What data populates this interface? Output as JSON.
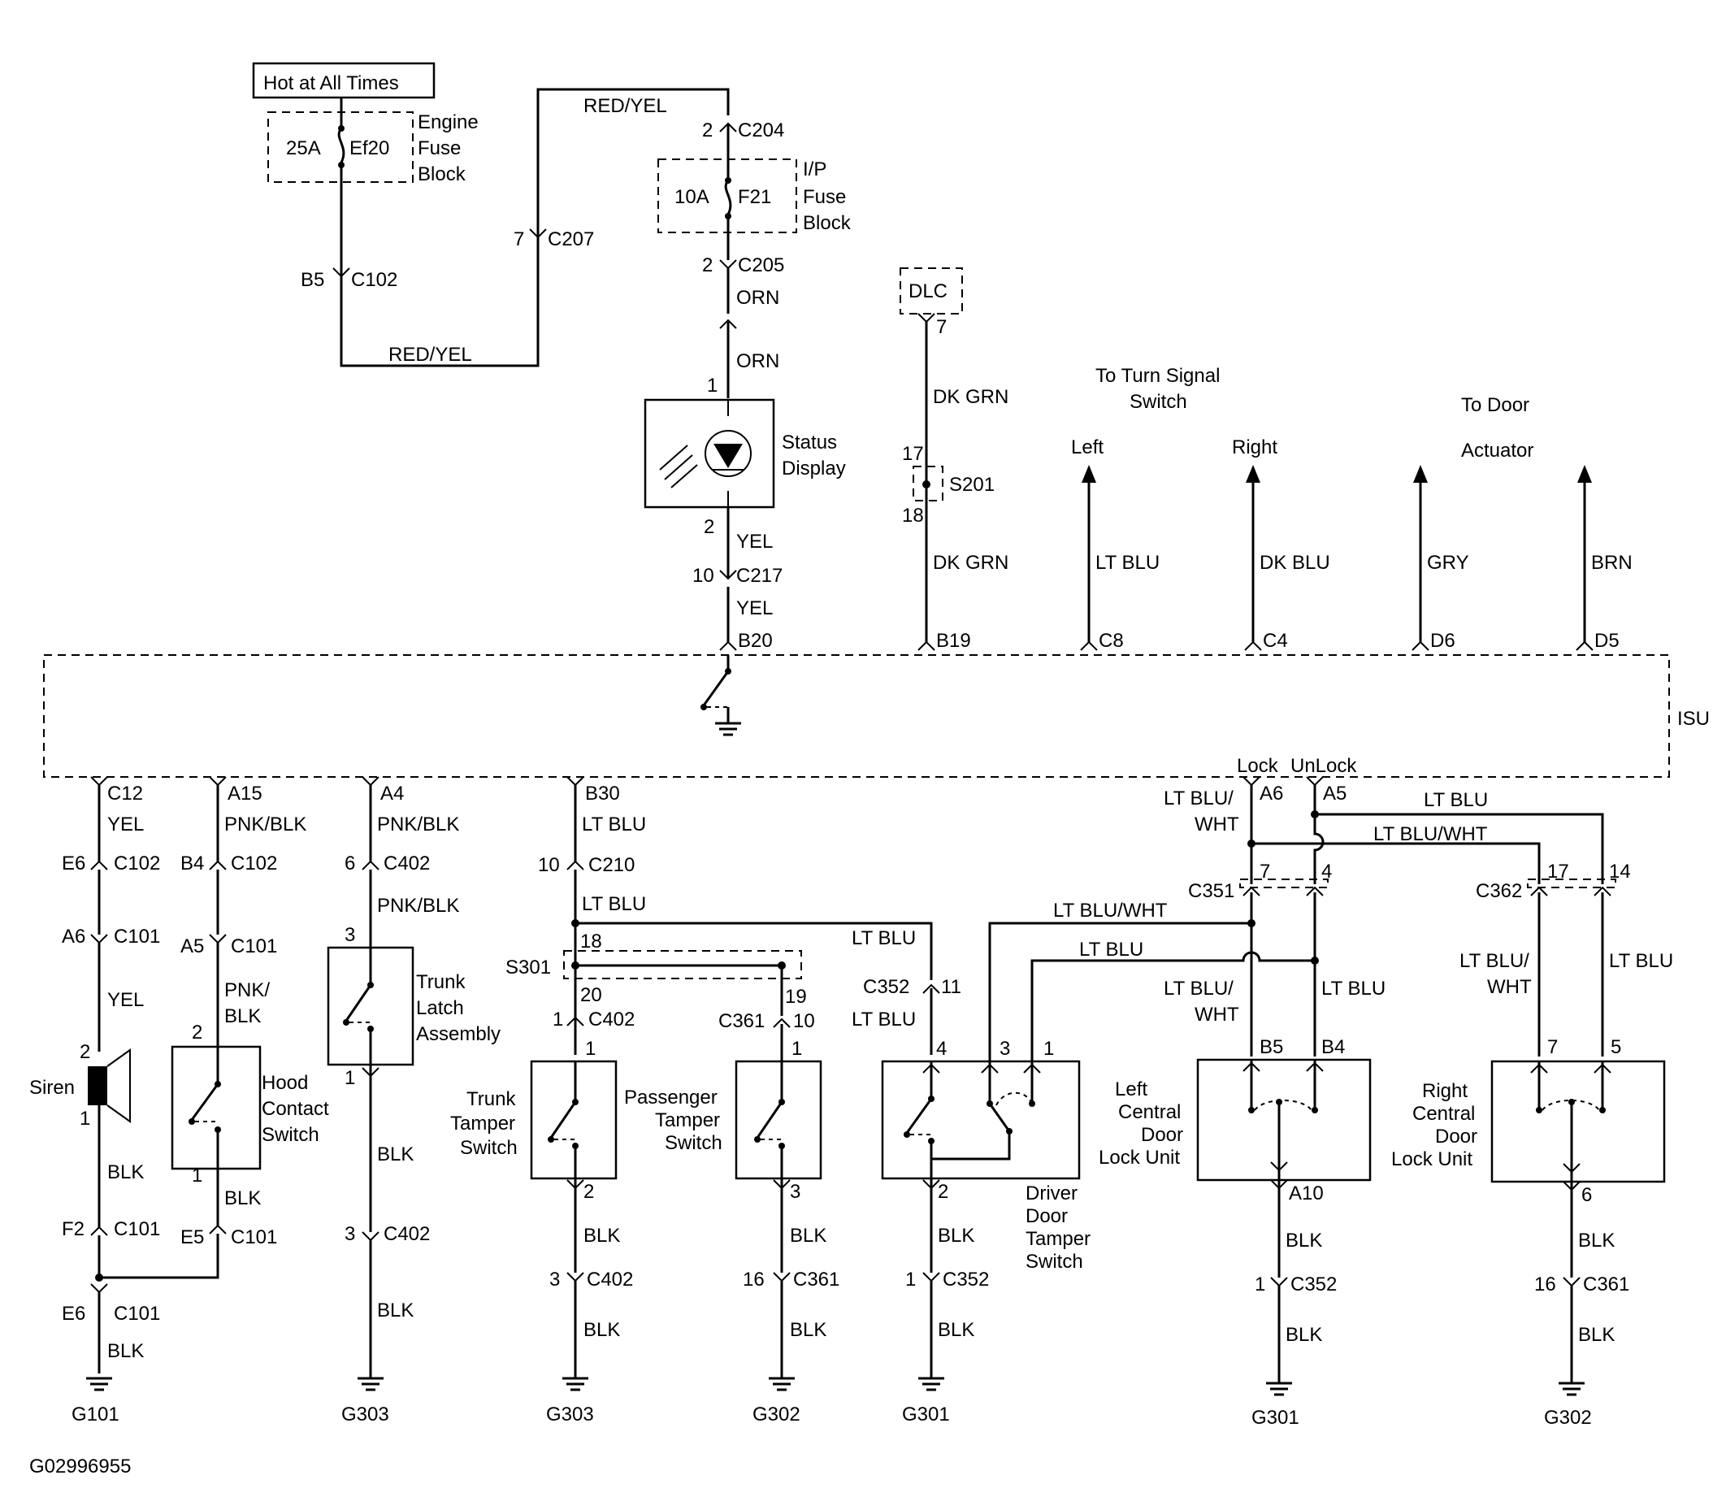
{
  "figure_id": "G02996955",
  "module": "ISU",
  "wires": {
    "red_yel": "RED/YEL",
    "orn": "ORN",
    "yel": "YEL",
    "dk_grn": "DK GRN",
    "lt_blu": "LT BLU",
    "dk_blu": "DK BLU",
    "gry": "GRY",
    "brn": "BRN",
    "pnk_blk": "PNK/BLK",
    "pnk": "PNK/",
    "blk_cont": "BLK",
    "blk": "BLK",
    "lt_blu_wht": "LT BLU/WHT",
    "lt_blu_slash": "LT BLU/",
    "wht": "WHT"
  },
  "power": {
    "hot_label": "Hot at All Times",
    "engine_fuse_amp": "25A",
    "engine_fuse_id": "Ef20",
    "engine_fuse_block": [
      "Engine",
      "Fuse",
      "Block"
    ],
    "ip_fuse_amp": "10A",
    "ip_fuse_id": "F21",
    "ip_fuse_block": [
      "I/P",
      "Fuse",
      "Block"
    ]
  },
  "components": {
    "status_display": [
      "Status",
      "Display"
    ],
    "dlc": "DLC",
    "splice_s201": "S201",
    "splice_s301": "S301",
    "turn_signal": [
      "To Turn Signal",
      "Switch"
    ],
    "left": "Left",
    "right": "Right",
    "door_actuator": [
      "To Door",
      "Actuator"
    ],
    "lock": "Lock",
    "unlock": "UnLock",
    "siren": "Siren",
    "hood": [
      "Hood",
      "Contact",
      "Switch"
    ],
    "trunk_latch": [
      "Trunk",
      "Latch",
      "Assembly"
    ],
    "trunk_tamper": [
      "Trunk",
      "Tamper",
      "Switch"
    ],
    "pass_tamper": [
      "Passenger",
      "Tamper",
      "Switch"
    ],
    "driver_tamper": [
      "Driver",
      "Door",
      "Tamper",
      "Switch"
    ],
    "left_lock": [
      "Left",
      "Central",
      "Door",
      "Lock Unit"
    ],
    "right_lock": [
      "Right",
      "Central",
      "Door",
      "Lock Unit"
    ]
  },
  "connectors": {
    "C102": "C102",
    "C207": "C207",
    "C204": "C204",
    "C205": "C205",
    "C217": "C217",
    "C101": "C101",
    "C402": "C402",
    "C210": "C210",
    "C352": "C352",
    "C361": "C361",
    "C351": "C351",
    "C362": "C362"
  },
  "pins": {
    "B5": "B5",
    "p7": "7",
    "p2": "2",
    "p1": "1",
    "p10": "10",
    "p17": "17",
    "p18": "18",
    "B20": "B20",
    "B19": "B19",
    "C8": "C8",
    "C4": "C4",
    "D6": "D6",
    "D5": "D5",
    "C12": "C12",
    "A15": "A15",
    "A4": "A4",
    "B30": "B30",
    "A6": "A6",
    "A5": "A5",
    "E6": "E6",
    "B4": "B4",
    "p6": "6",
    "A6b": "A6",
    "A5b": "A5",
    "p3": "3",
    "p20": "20",
    "p19": "19",
    "p11": "11",
    "p4": "4",
    "p14": "14",
    "F2": "F2",
    "E5": "E5",
    "A10": "A10",
    "p16": "16",
    "p5": "5"
  },
  "grounds": {
    "g101": "G101",
    "g303a": "G303",
    "g303b": "G303",
    "g302a": "G302",
    "g301a": "G301",
    "g301b": "G301",
    "g302b": "G302"
  }
}
